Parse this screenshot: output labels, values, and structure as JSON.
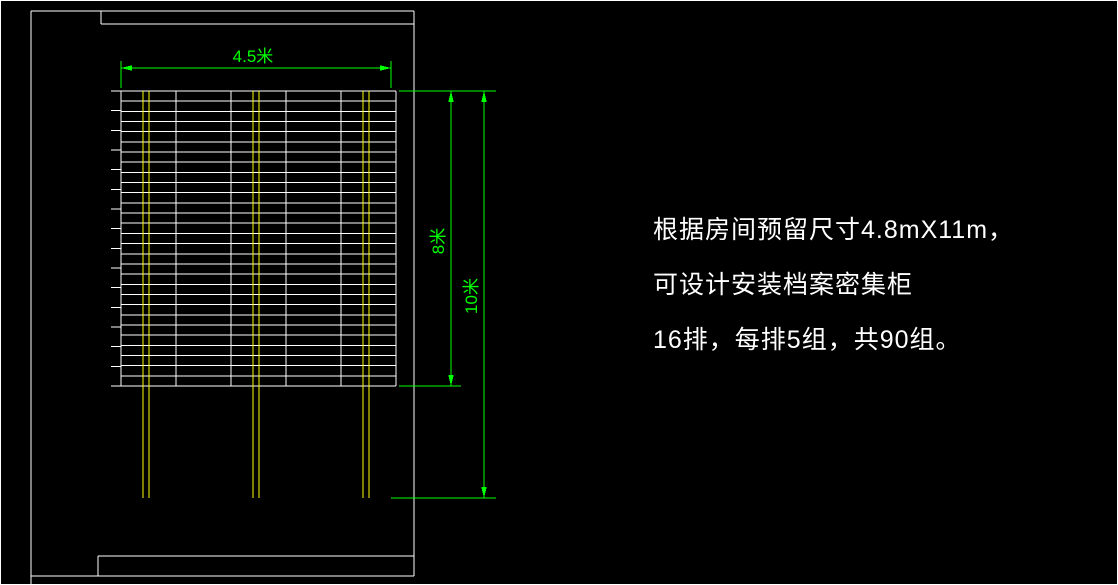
{
  "colors": {
    "bg": "#000000",
    "wall": "#ffffff",
    "rail": "#ffff00",
    "dim": "#00ff00",
    "text": "#ffffff"
  },
  "dimensions": {
    "width": "4.5米",
    "shelf_height": "8米",
    "total_height": "10米"
  },
  "notes": {
    "line1": "根据房间预留尺寸4.8mX11m，",
    "line2": "可设计安装档案密集柜",
    "line3": "16排，每排5组，共90组。"
  },
  "grid": {
    "h_lines": 30,
    "columns": 5,
    "row_ticks": 16,
    "rails": 3
  }
}
